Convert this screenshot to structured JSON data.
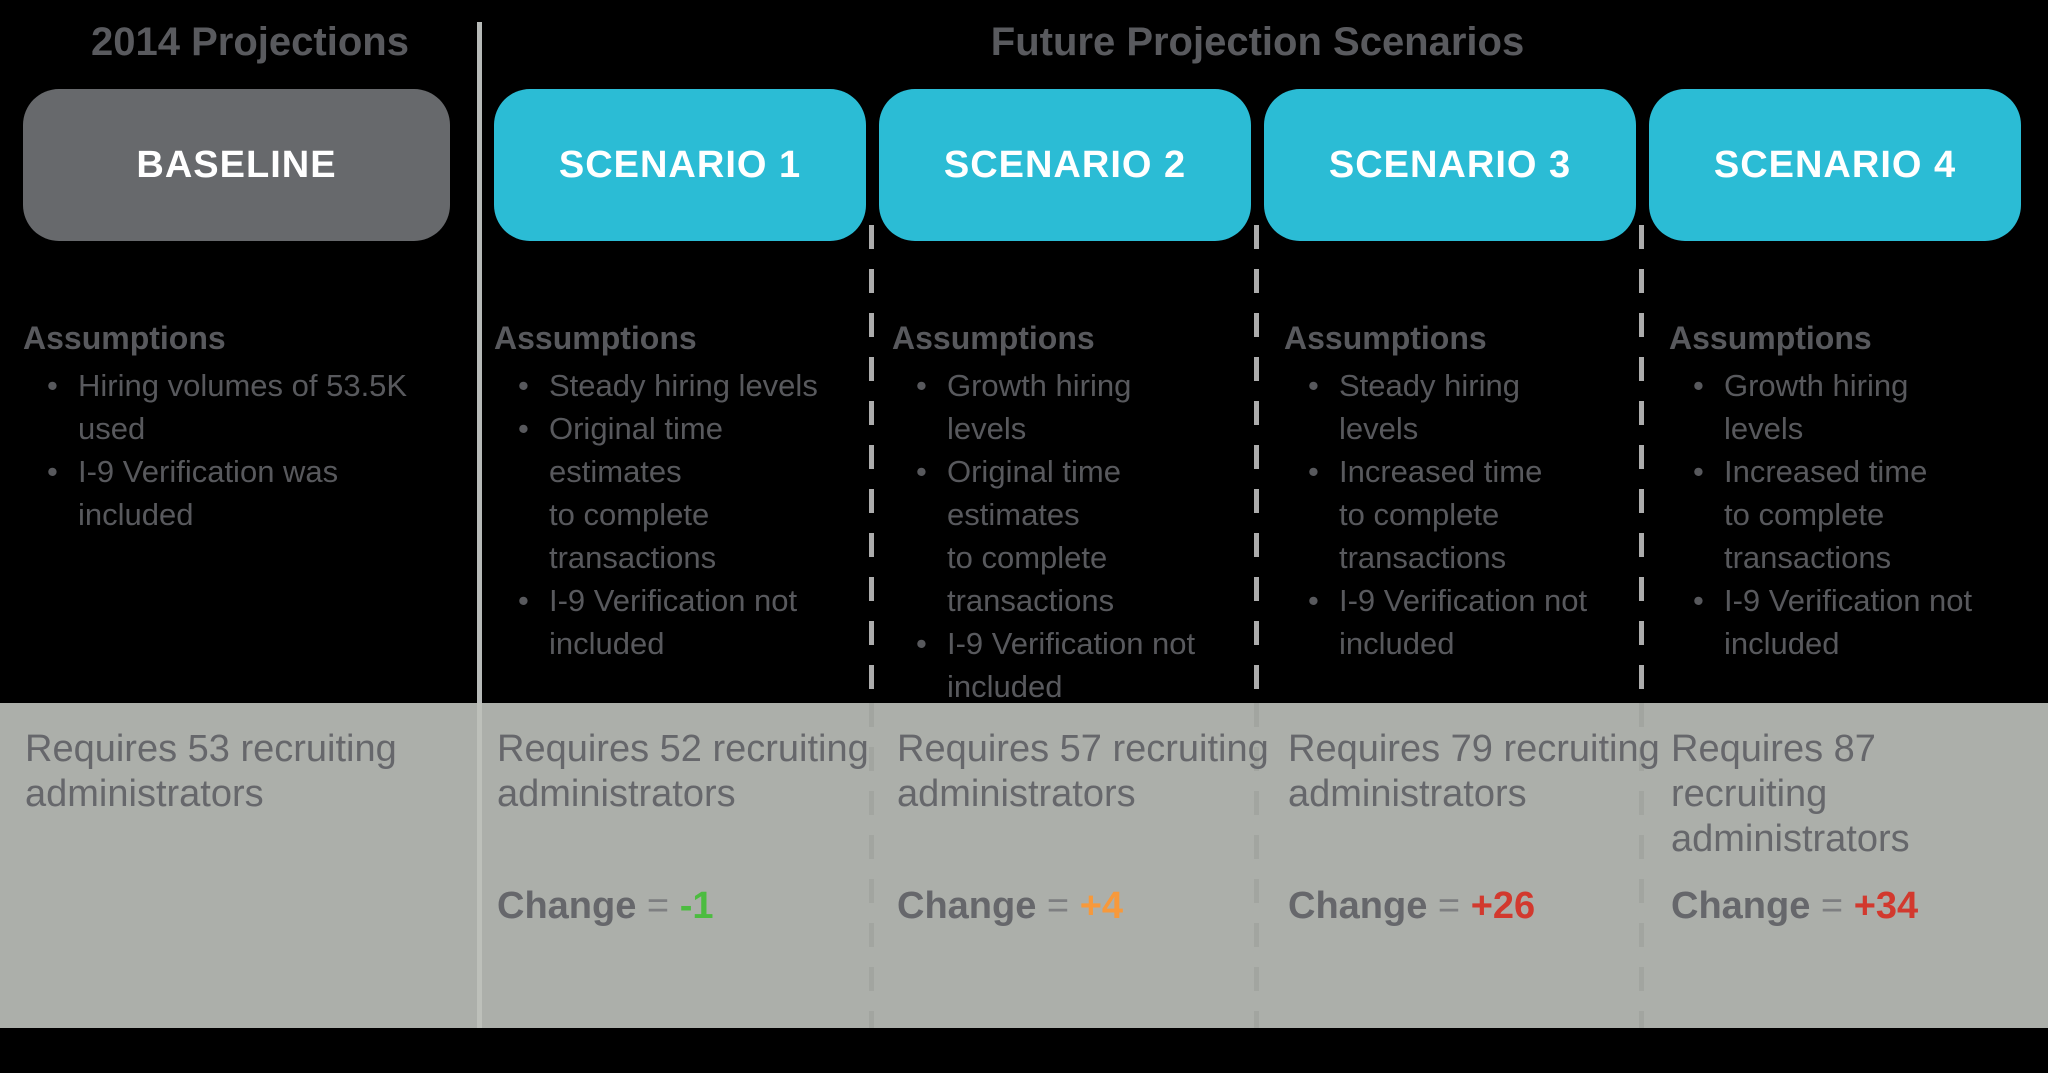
{
  "titles": {
    "left": "2014 Projections",
    "right": "Future Projection Scenarios"
  },
  "colors": {
    "background": "#000000",
    "cyan_accent": "#2BBCD5",
    "baseline_gray": "#67696C",
    "band_gray": "#ACAFAA",
    "heading_text": "#595A5E",
    "body_text": "#58595D",
    "band_text": "#66676B",
    "divider_line": "#B7BAB8",
    "divider_line_on_band": "#BDC0BA",
    "change_green": "#4CBC40",
    "change_orange": "#F7993B",
    "change_red": "#D2392E"
  },
  "columns": [
    {
      "box_label": "BASELINE",
      "box_color": "#67696C",
      "assumptions_title": "Assumptions",
      "bullets": [
        [
          "Hiring volumes of 53.5K",
          "used"
        ],
        [
          "I-9 Verification was",
          "included"
        ]
      ],
      "requires": [
        "Requires 53 recruiting",
        "administrators"
      ]
    },
    {
      "box_label": "SCENARIO 1",
      "box_color": "#2BBCD5",
      "assumptions_title": "Assumptions",
      "bullets": [
        [
          "Steady hiring levels"
        ],
        [
          "Original time",
          "estimates",
          "to complete",
          "transactions"
        ],
        [
          "I-9 Verification not",
          "included"
        ]
      ],
      "requires": [
        "Requires 52 recruiting",
        "administrators"
      ],
      "change": {
        "label": "Change",
        "equals": "=",
        "value": "-1",
        "color": "#4CBC40"
      }
    },
    {
      "box_label": "SCENARIO 2",
      "box_color": "#2BBCD5",
      "assumptions_title": "Assumptions",
      "bullets": [
        [
          "Growth hiring",
          "levels"
        ],
        [
          "Original time",
          "estimates",
          "to complete",
          "transactions"
        ],
        [
          "I-9 Verification not",
          "included"
        ]
      ],
      "requires": [
        "Requires 57 recruiting",
        "administrators"
      ],
      "change": {
        "label": "Change",
        "equals": "=",
        "value": "+4",
        "color": "#F7993B"
      }
    },
    {
      "box_label": "SCENARIO 3",
      "box_color": "#2BBCD5",
      "assumptions_title": "Assumptions",
      "bullets": [
        [
          "Steady hiring",
          "levels"
        ],
        [
          "Increased time",
          "to complete",
          "transactions"
        ],
        [
          "I-9 Verification not",
          "included"
        ]
      ],
      "requires": [
        "Requires 79 recruiting",
        "administrators"
      ],
      "change": {
        "label": "Change",
        "equals": "=",
        "value": "+26",
        "color": "#D2392E"
      }
    },
    {
      "box_label": "SCENARIO 4",
      "box_color": "#2BBCD5",
      "assumptions_title": "Assumptions",
      "bullets": [
        [
          "Growth hiring",
          "levels"
        ],
        [
          "Increased time",
          "to complete",
          "transactions"
        ],
        [
          "I-9 Verification not",
          "included"
        ]
      ],
      "requires": [
        "Requires 87 recruiting",
        "administrators"
      ],
      "change": {
        "label": "Change",
        "equals": "=",
        "value": "+34",
        "color": "#D2392E"
      }
    }
  ]
}
